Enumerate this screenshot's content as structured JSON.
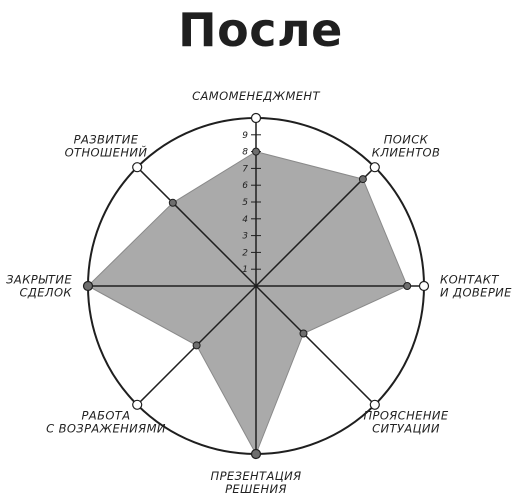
{
  "title": "После",
  "chart_data": {
    "type": "radar",
    "title": "После",
    "scale": [
      0,
      10
    ],
    "ticks": [
      "1",
      "2",
      "3",
      "4",
      "5",
      "6",
      "7",
      "8",
      "9"
    ],
    "axes": [
      {
        "label": [
          "САМОМЕНЕДЖМЕНТ"
        ],
        "value": 8
      },
      {
        "label": [
          "ПОИСК",
          "КЛИЕНТОВ"
        ],
        "value": 9
      },
      {
        "label": [
          "КОНТАКТ",
          "И ДОВЕРИЕ"
        ],
        "value": 9
      },
      {
        "label": [
          "ПРОЯСНЕНИЕ",
          "СИТУАЦИИ"
        ],
        "value": 4
      },
      {
        "label": [
          "ПРЕЗЕНТАЦИЯ",
          "РЕШЕНИЯ"
        ],
        "value": 10
      },
      {
        "label": [
          "РАБОТА",
          "С ВОЗРАЖЕНИЯМИ"
        ],
        "value": 5
      },
      {
        "label": [
          "ЗАКРЫТИЕ",
          "СДЕЛОК"
        ],
        "value": 10
      },
      {
        "label": [
          "РАЗВИТИЕ",
          "ОТНОШЕНИЙ"
        ],
        "value": 7
      }
    ],
    "colors": {
      "fill": "#a3a3a3",
      "line": "#1f1f1f",
      "marker": "#6e6e6e",
      "open_marker": "#ffffff"
    }
  }
}
